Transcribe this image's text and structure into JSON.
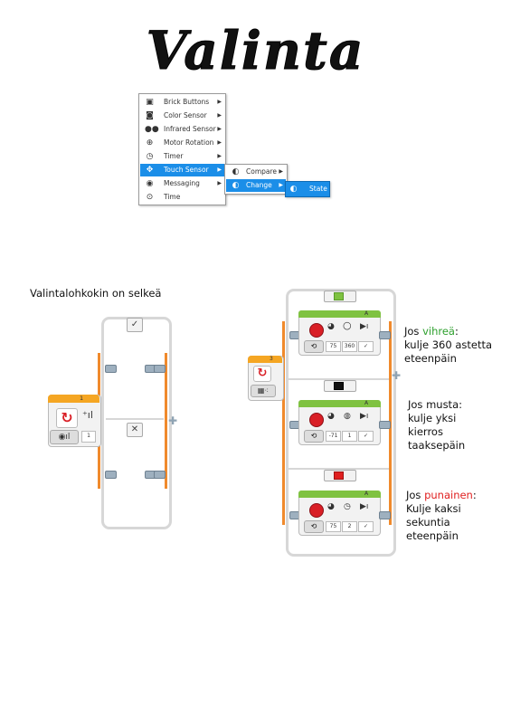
{
  "title": "Valinta",
  "menu": {
    "items": [
      {
        "label": "Brick Buttons",
        "icon": "brick-icon"
      },
      {
        "label": "Color Sensor",
        "icon": "color-sensor-icon"
      },
      {
        "label": "Infrared Sensor",
        "icon": "infrared-sensor-icon"
      },
      {
        "label": "Motor Rotation",
        "icon": "motor-rotation-icon"
      },
      {
        "label": "Timer",
        "icon": "timer-icon"
      },
      {
        "label": "Touch Sensor",
        "icon": "touch-sensor-icon"
      },
      {
        "label": "Messaging",
        "icon": "messaging-icon"
      },
      {
        "label": "Time",
        "icon": "time-icon"
      }
    ],
    "submenu": [
      {
        "label": "Compare"
      },
      {
        "label": "Change"
      }
    ],
    "submenu2": [
      {
        "label": "State"
      }
    ]
  },
  "left_caption": "Valintalohkokin on selkeä",
  "left_switch": {
    "port": "1",
    "mode_value": "1",
    "case_true_symbol": "✓",
    "case_false_symbol": "✕"
  },
  "right_switch": {
    "port": "3",
    "cases": [
      {
        "port": "A",
        "values": [
          "75",
          "360"
        ],
        "label_prefix": "Jos ",
        "color_word": "vihreä",
        "label_suffix": ":",
        "lines": [
          "kulje 360 astetta",
          "eteenpäin"
        ]
      },
      {
        "port": "A",
        "values": [
          "-71",
          "1"
        ],
        "label_prefix": "Jos musta:",
        "color_word": "",
        "label_suffix": "",
        "lines": [
          "kulje yksi",
          "kierros",
          "taaksepäin"
        ]
      },
      {
        "port": "A",
        "values": [
          "75",
          "2"
        ],
        "label_prefix": "Jos ",
        "color_word": "punainen",
        "label_suffix": ":",
        "lines": [
          "Kulje kaksi",
          "sekuntia",
          "eteenpäin"
        ]
      }
    ]
  },
  "colors": {
    "accent": "#1b8ee8",
    "orange": "#f08a2c",
    "green_text": "#2ea02e",
    "red_text": "#e02020",
    "case_green": "#7fc241"
  }
}
